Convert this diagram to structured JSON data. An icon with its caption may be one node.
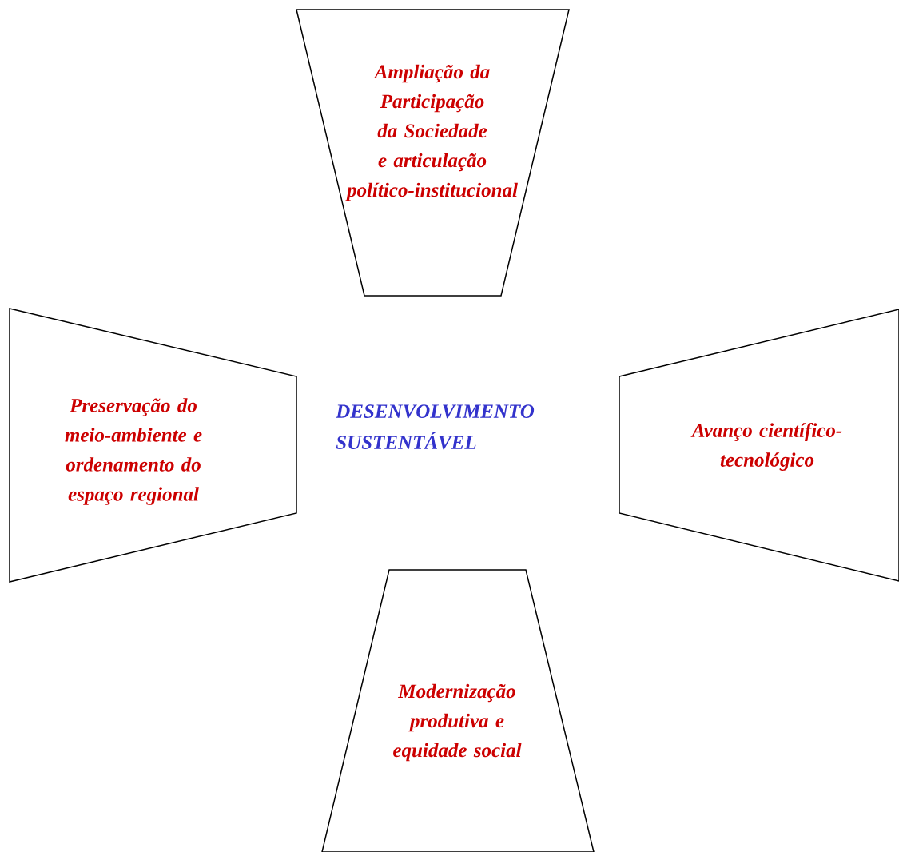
{
  "diagram": {
    "nodes": [
      {
        "text": [
          "Ampliação da Participação da Sociedade e articulação político-institucional"
        ]
      },
      {
        "text": [
          "Preservação do meio-ambiente e ordenamento do espaço regional"
        ]
      },
      {
        "text": [
          "Avanço científico-tecnológico"
        ]
      },
      {
        "text": [
          "Modernização produtiva e equidade social"
        ]
      }
    ],
    "labels": [
      "DESENVOLVIMENTO SUSTENTÁVEL"
    ]
  }
}
